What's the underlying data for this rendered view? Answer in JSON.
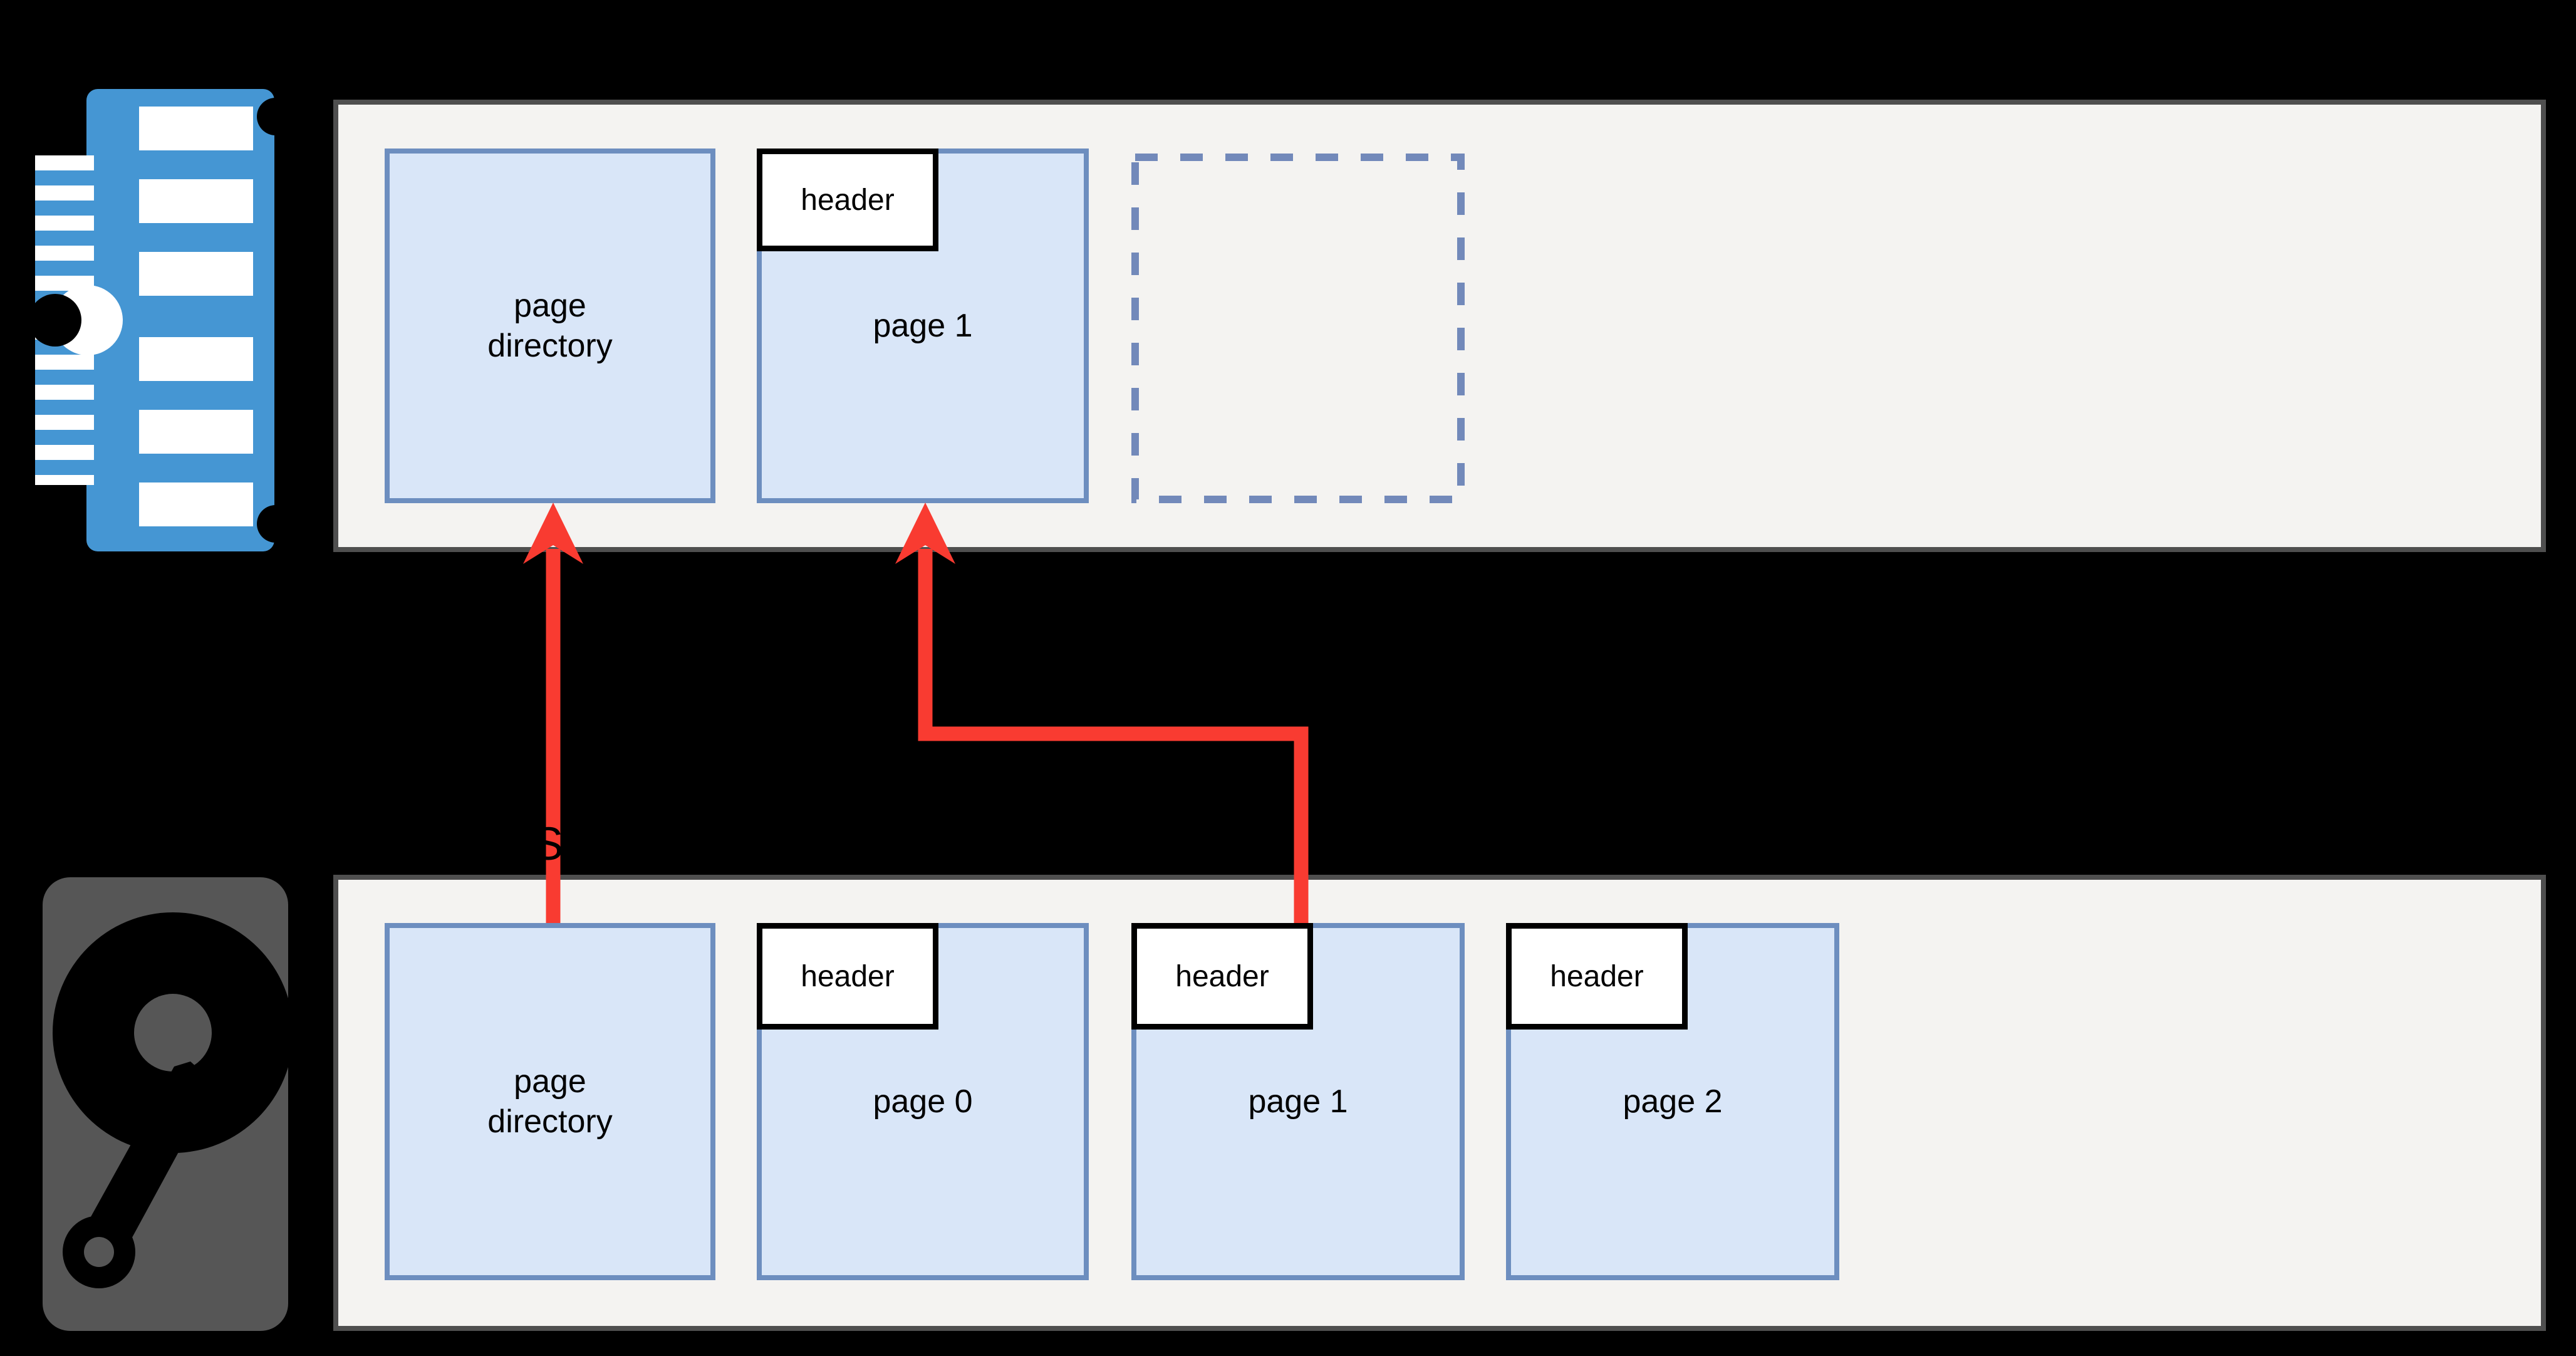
{
  "diagram": {
    "memory": {
      "page_directory_label": "page\ndirectory",
      "page1_label": "page 1",
      "page1_header_label": "header"
    },
    "disk": {
      "page_directory_label": "page\ndirectory",
      "page0_label": "page 0",
      "page0_header_label": "header",
      "page1_label": "page 1",
      "page1_header_label": "header",
      "page2_label": "page 2",
      "page2_header_label": "header"
    },
    "caption": {
      "visible_fragment": "S"
    }
  },
  "colors": {
    "background": "#000000",
    "panel_bg": "#f4f3f1",
    "panel_border": "#4f4f4f",
    "page_fill": "#d9e6f8",
    "page_border": "#6d8ebf",
    "dashed_border": "#7289ba",
    "header_fill": "#ffffff",
    "header_border": "#000000",
    "arrow": "#f93b31",
    "ram_icon": "#4596d3",
    "disk_icon": "#565656"
  }
}
